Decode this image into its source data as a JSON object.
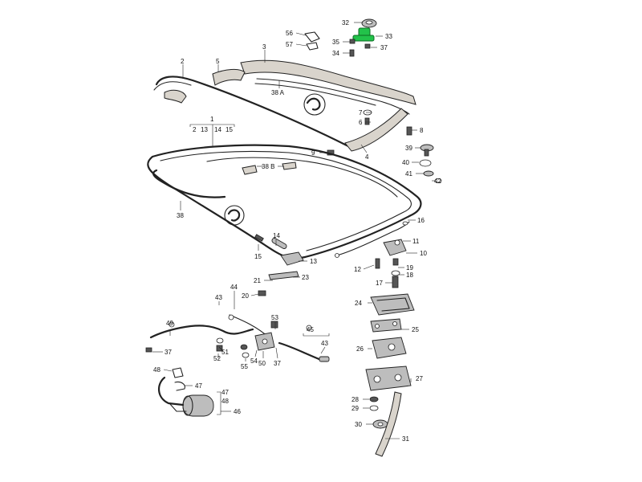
{
  "highlight_color": "#22c24a",
  "callouts": [
    {
      "id": "c32",
      "text": "32"
    },
    {
      "id": "c33",
      "text": "33"
    },
    {
      "id": "c35",
      "text": "35"
    },
    {
      "id": "c37a",
      "text": "37"
    },
    {
      "id": "c34",
      "text": "34"
    },
    {
      "id": "c56",
      "text": "56"
    },
    {
      "id": "c57",
      "text": "57"
    },
    {
      "id": "c3",
      "text": "3"
    },
    {
      "id": "c2",
      "text": "2"
    },
    {
      "id": "c5",
      "text": "5"
    },
    {
      "id": "c38A",
      "text": "38 A"
    },
    {
      "id": "c7",
      "text": "7"
    },
    {
      "id": "c6",
      "text": "6"
    },
    {
      "id": "c8",
      "text": "8"
    },
    {
      "id": "c4",
      "text": "4"
    },
    {
      "id": "c39",
      "text": "39"
    },
    {
      "id": "c40",
      "text": "40"
    },
    {
      "id": "c41",
      "text": "41"
    },
    {
      "id": "c42",
      "text": "42"
    },
    {
      "id": "c1",
      "text": "1"
    },
    {
      "id": "c2b",
      "text": "2"
    },
    {
      "id": "c13a",
      "text": "13"
    },
    {
      "id": "c14a",
      "text": "14"
    },
    {
      "id": "c15a",
      "text": "15"
    },
    {
      "id": "c9",
      "text": "9"
    },
    {
      "id": "c38B",
      "text": "38 B"
    },
    {
      "id": "c38",
      "text": "38"
    },
    {
      "id": "c16",
      "text": "16"
    },
    {
      "id": "c11",
      "text": "11"
    },
    {
      "id": "c10",
      "text": "10"
    },
    {
      "id": "c14b",
      "text": "14"
    },
    {
      "id": "c15b",
      "text": "15"
    },
    {
      "id": "c13b",
      "text": "13"
    },
    {
      "id": "c12",
      "text": "12"
    },
    {
      "id": "c19",
      "text": "19"
    },
    {
      "id": "c18",
      "text": "18"
    },
    {
      "id": "c17",
      "text": "17"
    },
    {
      "id": "c21",
      "text": "21"
    },
    {
      "id": "c23",
      "text": "23"
    },
    {
      "id": "c44",
      "text": "44"
    },
    {
      "id": "c20",
      "text": "20"
    },
    {
      "id": "c24",
      "text": "24"
    },
    {
      "id": "c43a",
      "text": "43"
    },
    {
      "id": "c53",
      "text": "53"
    },
    {
      "id": "c25",
      "text": "25"
    },
    {
      "id": "c49",
      "text": "49"
    },
    {
      "id": "c45",
      "text": "45"
    },
    {
      "id": "c26",
      "text": "26"
    },
    {
      "id": "c37b",
      "text": "37"
    },
    {
      "id": "c51",
      "text": "51"
    },
    {
      "id": "c43b",
      "text": "43"
    },
    {
      "id": "c52",
      "text": "52"
    },
    {
      "id": "c55",
      "text": "55"
    },
    {
      "id": "c54",
      "text": "54"
    },
    {
      "id": "c50",
      "text": "50"
    },
    {
      "id": "c37c",
      "text": "37"
    },
    {
      "id": "c48a",
      "text": "48"
    },
    {
      "id": "c47a",
      "text": "47"
    },
    {
      "id": "c27",
      "text": "27"
    },
    {
      "id": "c47b",
      "text": "47"
    },
    {
      "id": "c48b",
      "text": "48"
    },
    {
      "id": "c46",
      "text": "46"
    },
    {
      "id": "c28",
      "text": "28"
    },
    {
      "id": "c29",
      "text": "29"
    },
    {
      "id": "c30",
      "text": "30"
    },
    {
      "id": "c31",
      "text": "31"
    }
  ]
}
